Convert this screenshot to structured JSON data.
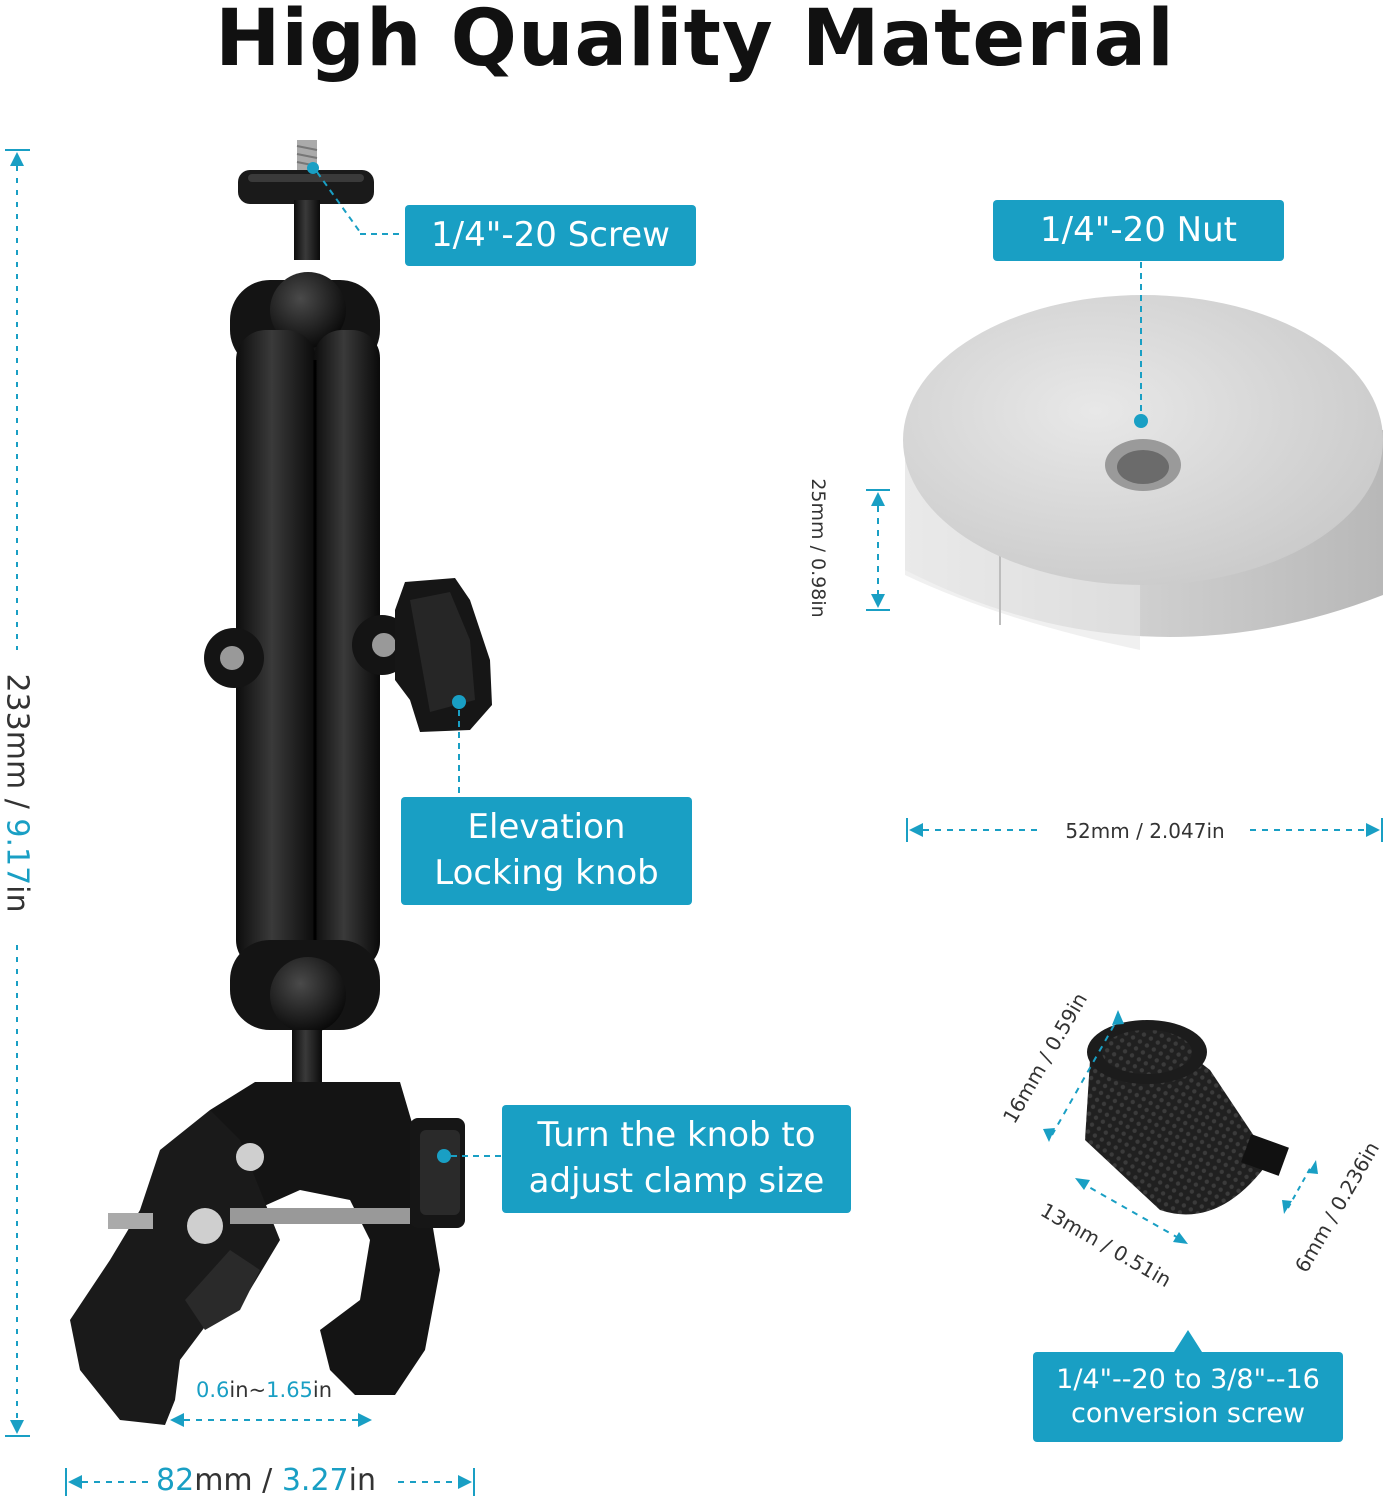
{
  "title": "High Quality Material",
  "callouts": {
    "screw": "1/4\"-20 Screw",
    "nut": "1/4\"-20 Nut",
    "elevation_line1": "Elevation",
    "elevation_line2": "Locking knob",
    "clamp_line1": "Turn the knob to",
    "clamp_line2": "adjust clamp size",
    "conversion_line1": "1/4\"--20 to 3/8\"--16",
    "conversion_line2": "conversion screw"
  },
  "dimensions": {
    "height_mm": "233",
    "height_mm_unit": "mm / ",
    "height_in": "9.17",
    "height_in_unit": "in",
    "width_mm": "82",
    "width_mm_unit": "mm / ",
    "width_in": "3.27",
    "width_in_unit": "in",
    "clamp_min": "0.6",
    "clamp_sep": "in~",
    "clamp_max": "1.65",
    "clamp_unit": "in",
    "nut_height": "25mm / 0.98in",
    "nut_width": "52mm / 2.047in",
    "screw_height": "16mm / 0.59in",
    "screw_width": "13mm / 0.51in",
    "screw_thread": "6mm / 0.236in"
  },
  "colors": {
    "accent": "#199fc4",
    "title": "#111111",
    "metal_black": "#1b1b1b",
    "aluminum": "#d9d9d9"
  }
}
